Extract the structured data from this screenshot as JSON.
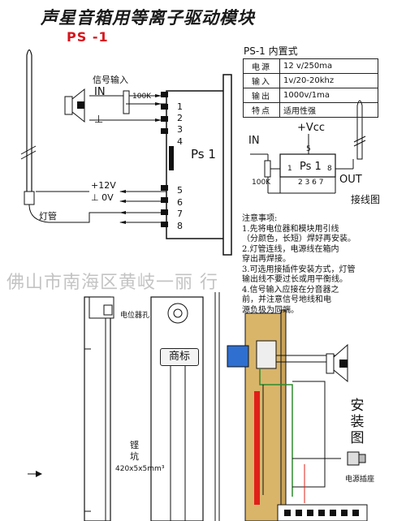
{
  "title": "声星音箱用等离子驱动模块",
  "model": "PS -1",
  "spec": {
    "heading": "PS-1 内置式",
    "rows": [
      {
        "key": "电源",
        "value": "12 v/250ma"
      },
      {
        "key": "输入",
        "value": "1v/20-20khz"
      },
      {
        "key": "输出",
        "value": "1000v/1ma"
      },
      {
        "key": "特点",
        "value": "适用性强"
      }
    ]
  },
  "module_view": {
    "signal_input": "信号输入",
    "in_label": "IN",
    "pot_value": "100K",
    "ground_symbol": "⊥",
    "module_name": "Ps 1",
    "pins": [
      "1",
      "2",
      "3",
      "4",
      "5",
      "6",
      "7",
      "8"
    ],
    "power_plus": "+12V",
    "power_zero": "⊥ 0V",
    "lamp_tube": "灯管"
  },
  "wiring": {
    "vcc": "+Vcc",
    "in_label": "IN",
    "out_label": "OUT",
    "pot_value": "100K",
    "module_name": "Ps 1",
    "pin_top": "5",
    "pin_left": "1",
    "pin_right": "8",
    "pin_bottom": "2 3 6 7",
    "caption": "接线图"
  },
  "notes": {
    "heading": "注意事项:",
    "lines": [
      "1.先将电位器和模块用引线",
      "（分颜色，长短）焊好再安装。",
      "2.灯管连线，电源线在箱内",
      "    穿出再焊接。",
      "3.可选用接插件安装方式，灯管",
      "    输出线不要过长或用平衡线。",
      "4.信号输入应接在分音器之",
      "    前，并注意信号地线和电",
      "    源负极为同端。"
    ]
  },
  "watermark": "佛山市南海区黄岐一丽    行",
  "mechanical": {
    "pot_hole": "电位器孔",
    "trademark": "商标",
    "groove": "铿\n坑",
    "dimension": "420x5x5mm³"
  },
  "install": {
    "title": "安装图",
    "power_socket": "电源插座"
  },
  "colors": {
    "model_red": "#d8141c",
    "wood": "#d9b56a",
    "pot_blue": "#2f6fd0",
    "tube_red": "#e0201a",
    "wire_green": "#2e8b2e"
  }
}
